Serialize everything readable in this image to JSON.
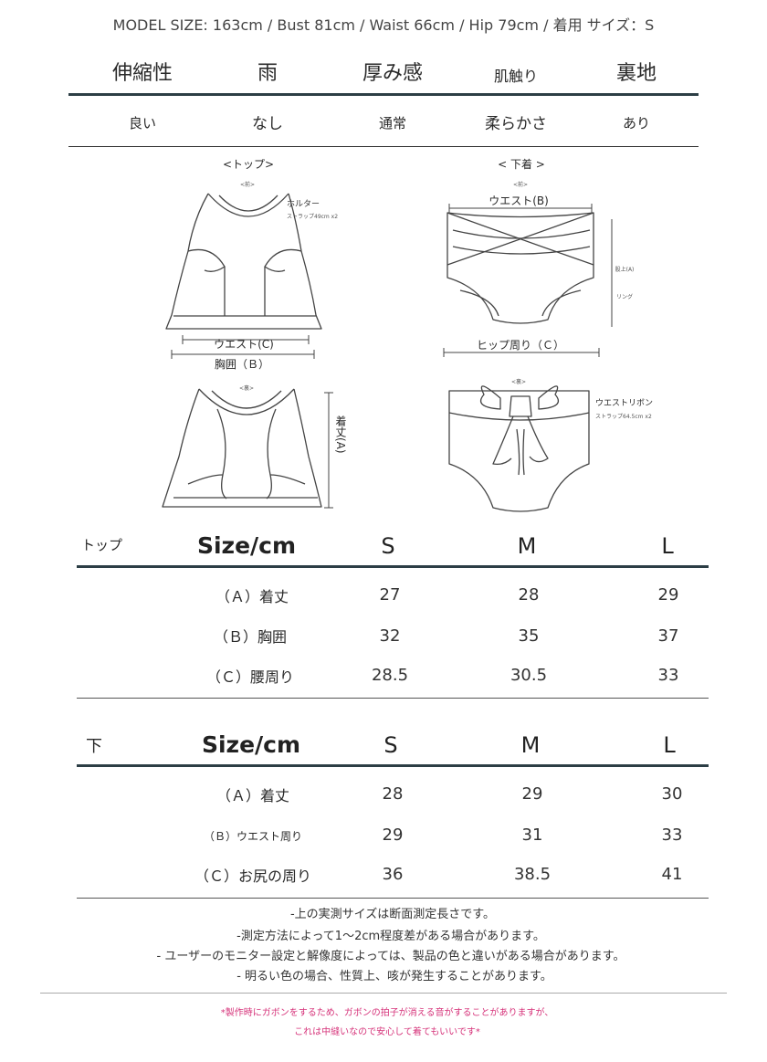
{
  "model_size": "MODEL SIZE: 163cm / Bust 81cm / Waist 66cm / Hip 79cm / 着用 サイズ：S",
  "features": {
    "headers": [
      "伸縮性",
      "雨",
      "厚み感",
      "肌触り",
      "裏地"
    ],
    "values": [
      "良い",
      "なし",
      "通常",
      "柔らかさ",
      "あり"
    ]
  },
  "diagram": {
    "top_title": "<トップ>",
    "bottom_title": "< 下着 >",
    "front": "<前>",
    "back": "<裏>",
    "halter": "ホルター",
    "halter_strap": "ストラップ49cm x2",
    "waist_c": "ウエスト(C)",
    "bust_b": "胸囲（Ｂ）",
    "length_a": "着丈(A)",
    "waist_b": "ウエスト(B)",
    "hip_c": "ヒップ周り（Ｃ）",
    "rise": "股上(A)",
    "ring": "リング",
    "waist_ribbon": "ウエストリボン",
    "ribbon_strap": "ストラップ64.5cm x2"
  },
  "top_table": {
    "section": "トップ",
    "size_label": "Size/cm",
    "cols": [
      "S",
      "M",
      "L"
    ],
    "rows": [
      {
        "label": "（Ａ）着丈",
        "values": [
          "27",
          "28",
          "29"
        ]
      },
      {
        "label": "（Ｂ）胸囲",
        "values": [
          "32",
          "35",
          "37"
        ]
      },
      {
        "label": "（Ｃ）腰周り",
        "values": [
          "28.5",
          "30.5",
          "33"
        ]
      }
    ]
  },
  "bottom_table": {
    "section": "下",
    "size_label": "Size/cm",
    "cols": [
      "S",
      "M",
      "L"
    ],
    "rows": [
      {
        "label": "（Ａ）着丈",
        "values": [
          "28",
          "29",
          "30"
        ]
      },
      {
        "label": "（Ｂ）ウエスト周り",
        "values": [
          "29",
          "31",
          "33"
        ]
      },
      {
        "label": "（Ｃ）お尻の周り",
        "values": [
          "36",
          "38.5",
          "41"
        ]
      }
    ]
  },
  "notes": [
    "-上の実測サイズは断面測定長さです。",
    "-測定方法によって1～2cm程度差がある場合があります。",
    "- ユーザーのモニター設定と解像度によっては、製品の色と違いがある場合があります。",
    "- 明るい色の場合、性質上、咳が発生することがあります。"
  ],
  "pink_notes": [
    "*製作時にガボンをするため、ガボンの拍子が消える音がすることがありますが、",
    "これは中縫いなので安心して着てもいいです*"
  ],
  "colors": {
    "rule": "#2c3e45",
    "pink": "#d6337a"
  }
}
